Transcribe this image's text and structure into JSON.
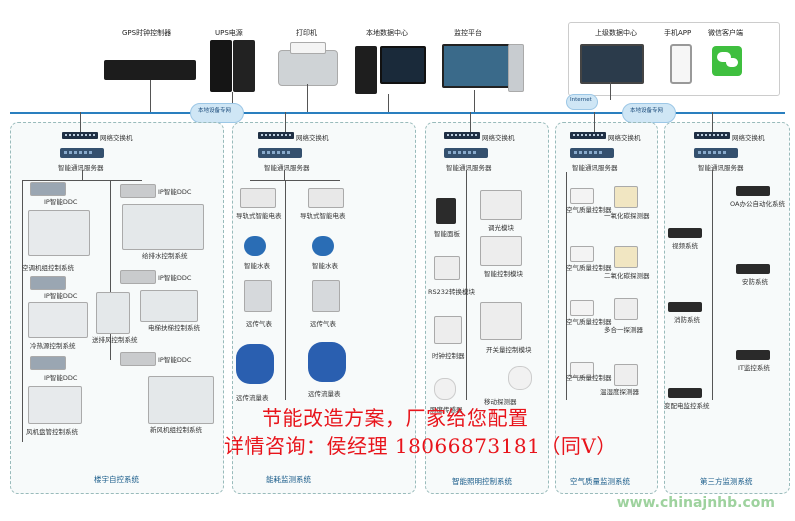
{
  "top_devices": [
    {
      "label": "GPS时钟控制器"
    },
    {
      "label": "UPS电源"
    },
    {
      "label": "打印机"
    },
    {
      "label": "本地数据中心"
    },
    {
      "label": "监控平台"
    }
  ],
  "remote_devices": [
    {
      "label": "上级数据中心"
    },
    {
      "label": "手机APP"
    },
    {
      "label": "微信客户端"
    }
  ],
  "network": {
    "local_private_network": "本地设备专网",
    "internet": "Internet",
    "switch_label": "网络交换机",
    "server_label": "智能通讯服务器"
  },
  "panels": {
    "bas": {
      "title": "楼宇自控系统",
      "ddc": [
        "IP智能DDC",
        "IP智能DDC",
        "IP智能DDC",
        "IP智能DDC",
        "IP智能DDC",
        "IP智能DDC"
      ],
      "items": [
        "空调机组控制系统",
        "给排水控制系统",
        "冷热源控制系统",
        "送排风控制系统",
        "电梯扶梯控制系统",
        "风机盘管控制系统",
        "新风机组控制系统"
      ]
    },
    "energy": {
      "title": "能耗监测系统",
      "items": [
        "导轨式智能电表",
        "导轨式智能电表",
        "智能水表",
        "智能水表",
        "远传气表",
        "远传气表",
        "远传流量表",
        "远传流量表"
      ]
    },
    "lighting": {
      "title": "智能照明控制系统",
      "items": [
        "智能面板",
        "调光模块",
        "智能控制模块",
        "RS232转换模块",
        "开关量控制模块",
        "时钟控制器",
        "移动探测器",
        "照度传感器"
      ]
    },
    "air": {
      "title": "空气质量监测系统",
      "items": [
        "空气质量控制器",
        "一氧化碳探测器",
        "空气质量控制器",
        "二氧化碳探测器",
        "空气质量控制器",
        "多合一探测器",
        "空气质量控制器",
        "温湿度探测器"
      ]
    },
    "third": {
      "title": "第三方监测系统",
      "items": [
        "OA办公自动化系统",
        "视频系统",
        "安防系统",
        "消防系统",
        "IT监控系统",
        "变配电监控系统"
      ]
    }
  },
  "promo": {
    "line1": "节能改造方案，厂家给您配置",
    "line2": "详情咨询：侯经理 18066873181（同V）"
  },
  "watermark": "www.chinajnhb.com"
}
